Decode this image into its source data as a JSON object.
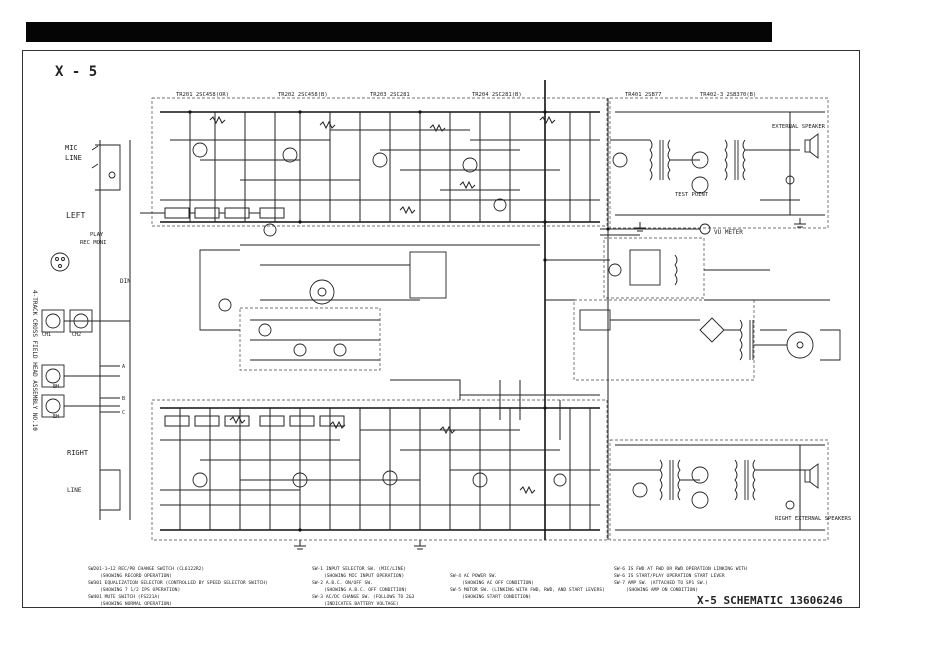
{
  "model_label": "X - 5",
  "footer_title": "X-5 SCHEMATIC  13606246",
  "side_label": "4-TRACK CROSS FIELD HEAD ASSEMBLY NO.10",
  "colors": {
    "ink": "#222222",
    "bar": "#050505",
    "paper": "#ffffff"
  },
  "labels": {
    "mic": "MIC",
    "line_left": "LINE",
    "left": "LEFT",
    "play": "PLAY",
    "rec_mon": "REC MONI",
    "din": "DIN",
    "right": "RIGHT",
    "line_right": "LINE",
    "ext_spk": "EXTERNAL SPEAKER",
    "right_ext_spk": "RIGHT EXTERNAL SPEAKERS",
    "vu_meter": "VU METER",
    "test_point": "TEST POINT",
    "ch1": "CH1",
    "ch2": "CH2",
    "bh": "BH",
    "eh": "EH"
  },
  "transistors_top": [
    "TR201 2SC458(OR)",
    "TR202 2SC458(B)",
    "TR203 2SC281",
    "TR204 2SC281(B)",
    "TR401 2SB77",
    "TR402-3 2SB370(B)"
  ],
  "notes": {
    "col1": [
      "SW201-1~12 REC/PB CHANGE SWITCH (CL6122R2)",
      "(SHOWING RECORD OPERATION)",
      "SW301 EQUALIZATION SELECTOR (CONTROLLED BY SPEED SELECTOR SWITCH)",
      "(SHOWING 7 1/2 IPS OPERATION)",
      "SW401 MUTE SWITCH (FS221A)",
      "(SHOWING NORMAL OPERATION)"
    ],
    "col2": [
      "SW-1 INPUT SELECTOR SW. (MIC/LINE)",
      "(SHOWING MIC INPUT OPERATION)",
      "SW-2 A.B.C. ON/OFF SW.",
      "(SHOWING A.B.C. OFF CONDITION)",
      "SW-3 AC/DC CHANGE SW. (FOLLOWS TO 2&3",
      "(INDICATES BATTERY VOLTAGE)"
    ],
    "col3": [
      "SW-4 AC POWER SW.",
      "(SHOWING AC OFF CONDITION)",
      "SW-5 MOTOR SW. (LINKING WITH FWD, RWD, AND START LEVERS)",
      "(SHOWING START CONDITION)"
    ],
    "col4": [
      "SW-6 IS FWD AT FWD OR RWD OPERATION  LINKING WITH",
      "SW-6 IS START/PLAY OPERATION  START LEVER",
      "SW-7 AMP SW. (ATTACHED TO SP1 SW.)",
      "(SHOWING AMP ON CONDITION)"
    ]
  }
}
